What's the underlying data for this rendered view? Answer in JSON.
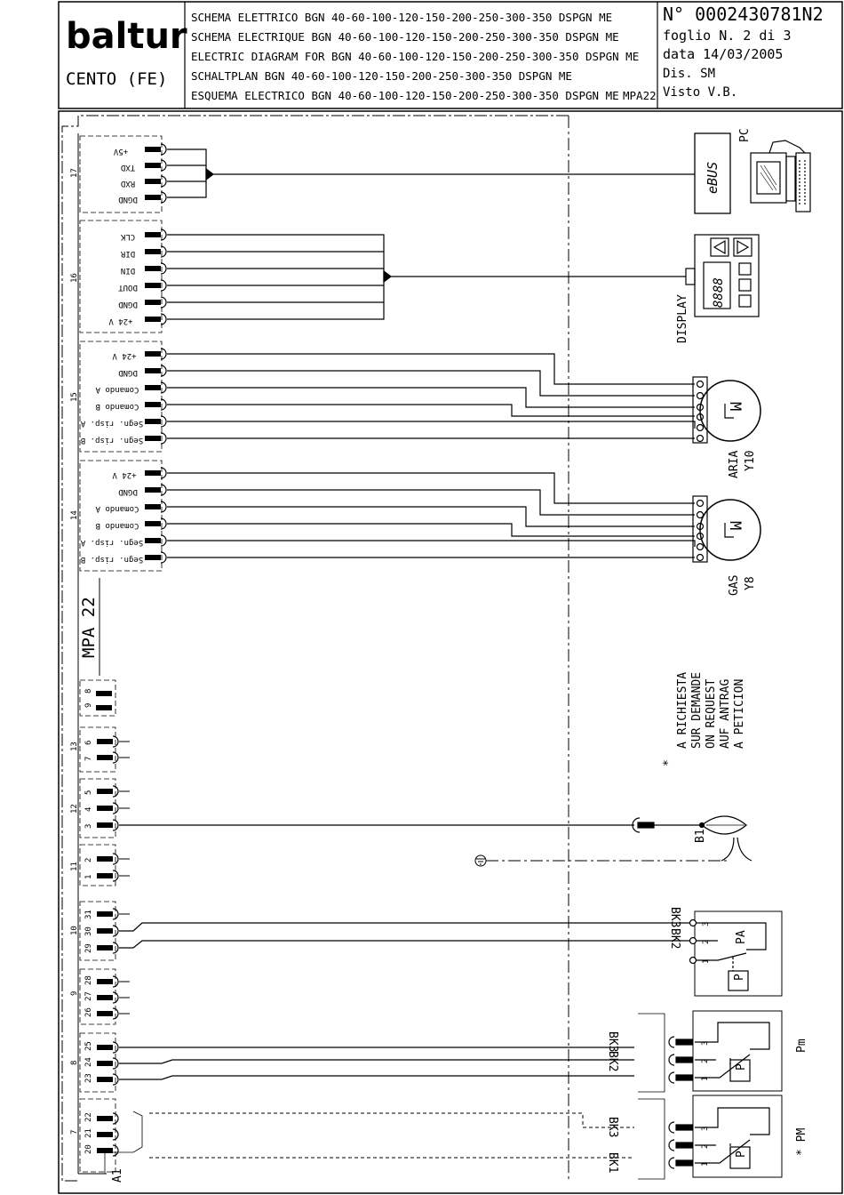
{
  "header": {
    "company_logo": "baltur",
    "company_city": "CENTO (FE)",
    "titles": [
      "SCHEMA ELETTRICO BGN 40-60-100-120-150-200-250-300-350 DSPGN ME",
      "SCHEMA ELECTRIQUE BGN 40-60-100-120-150-200-250-300-350 DSPGN ME",
      "ELECTRIC DIAGRAM FOR BGN 40-60-100-120-150-200-250-300-350 DSPGN ME",
      "SCHALTPLAN BGN 40-60-100-120-150-200-250-300-350 DSPGN ME",
      "ESQUEMA ELECTRICO BGN 40-60-100-120-150-200-250-300-350 DSPGN ME"
    ],
    "title_suffix": "MPA22",
    "doc_number": "N° 0002430781N2",
    "sheet": "foglio N. 2 di 3",
    "date": "data 14/03/2005",
    "drawn_by": "Dis. SM",
    "checked_by": "Visto V.B."
  },
  "module": {
    "name": "MPA 22",
    "ref": "A1"
  },
  "connectors": {
    "c17": {
      "num": "17",
      "pins": [
        "+5V",
        "TXD",
        "RXD",
        "DGND"
      ]
    },
    "c16": {
      "num": "16",
      "pins": [
        "CLK",
        "DIR",
        "DIN",
        "DOUT",
        "DGND",
        "+24 V"
      ]
    },
    "c15": {
      "num": "15",
      "pins": [
        "+24 V",
        "DGND",
        "Comando A",
        "Comando B",
        "Segn. risp. A",
        "Segn. risp. B"
      ]
    },
    "c14": {
      "num": "14",
      "pins": [
        "+24 V",
        "DGND",
        "Comando A",
        "Comando B",
        "Segn. risp. A",
        "Segn. risp. B"
      ]
    },
    "c13": {
      "num": "13",
      "pins": [
        "8",
        "9",
        "6",
        "7"
      ]
    },
    "c12": {
      "num": "12",
      "pins": [
        "5",
        "4",
        "3"
      ]
    },
    "c11": {
      "num": "11",
      "pins": [
        "2",
        "1"
      ]
    },
    "c10": {
      "num": "10",
      "pins": [
        "31",
        "30",
        "29"
      ]
    },
    "c9": {
      "num": "9",
      "pins": [
        "28",
        "27",
        "26"
      ]
    },
    "c8": {
      "num": "8",
      "pins": [
        "25",
        "24",
        "23"
      ]
    },
    "c7": {
      "num": "7",
      "pins": [
        "22",
        "21",
        "20"
      ]
    }
  },
  "devices": {
    "pc": "PC",
    "ebus": "eBUS",
    "display": "DISPLAY",
    "display_value": "8888",
    "motor_symbol": "M",
    "air_motor": [
      "ARIA",
      "Y10"
    ],
    "gas_motor": [
      "GAS",
      "Y8"
    ],
    "flame_sensor": "B1",
    "switch_pa": "PA",
    "switch_pm_low": "Pm",
    "switch_pm_high": "* PM",
    "p_symbol": "P",
    "terminals": [
      "1",
      "2",
      "3"
    ],
    "cable_bk3": "BK3",
    "cable_bk2": "BK2",
    "cable_bk1": "BK1"
  },
  "note": [
    "A RICHIESTA",
    "SUR DEMANDE",
    "ON REQUEST",
    "AUF ANTRAG",
    "A PETICION"
  ],
  "note_mark": "*"
}
